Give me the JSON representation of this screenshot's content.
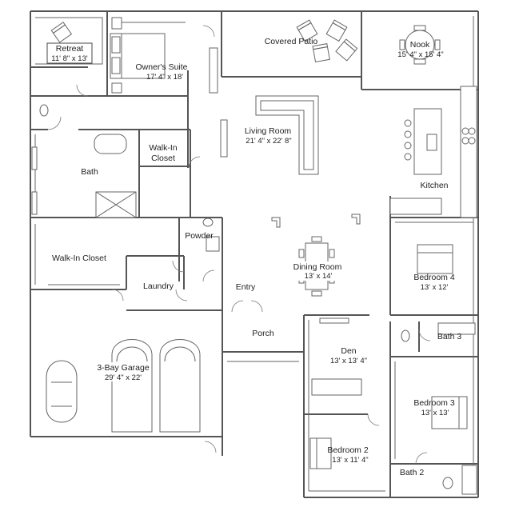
{
  "rooms": {
    "retreat": {
      "name": "Retreat",
      "dims": "11' 8\" x 13'"
    },
    "owners_suite": {
      "name": "Owner's Suite",
      "dims": "17' 4\" x 18'"
    },
    "covered_patio": {
      "name": "Covered Patio"
    },
    "nook": {
      "name": "Nook",
      "dims": "15' 4\" x 15' 4\""
    },
    "living_room": {
      "name": "Living Room",
      "dims": "21' 4\" x 22' 8\""
    },
    "walk_in_closet_small": {
      "name_line1": "Walk-In",
      "name_line2": "Closet"
    },
    "bath": {
      "name": "Bath"
    },
    "kitchen": {
      "name": "Kitchen"
    },
    "powder": {
      "name": "Powder"
    },
    "walk_in_closet": {
      "name": "Walk-In Closet"
    },
    "bedroom4": {
      "name": "Bedroom 4",
      "dims": "13' x 12'"
    },
    "dining_room": {
      "name": "Dining Room",
      "dims": "13' x 14'"
    },
    "laundry": {
      "name": "Laundry"
    },
    "entry": {
      "name": "Entry"
    },
    "bath3": {
      "name": "Bath 3"
    },
    "porch": {
      "name": "Porch"
    },
    "den": {
      "name": "Den",
      "dims": "13' x 13' 4\""
    },
    "garage": {
      "name": "3-Bay Garage",
      "dims": "29' 4\" x 22'"
    },
    "bedroom3": {
      "name": "Bedroom 3",
      "dims": "13' x 13'"
    },
    "bedroom2": {
      "name": "Bedroom 2",
      "dims": "13' x 11' 4\""
    },
    "bath2": {
      "name": "Bath 2"
    }
  }
}
